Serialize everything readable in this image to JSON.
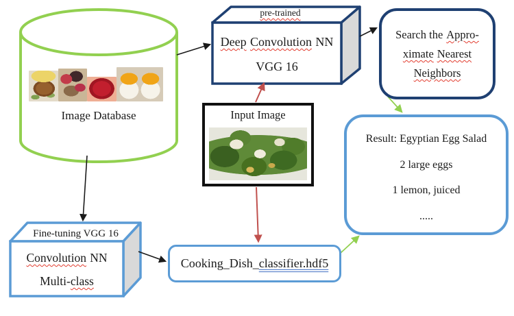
{
  "image_database": {
    "label": "Image Database",
    "thumbnails": [
      "meat-dish-photo",
      "berry-dessert-photo",
      "red-fruit-bowl-photo",
      "orange-custard-cups-photo"
    ]
  },
  "vgg_box": {
    "top_label": "pre-trained",
    "line1": [
      "Deep",
      "Convolution",
      "NN"
    ],
    "line2": "VGG 16"
  },
  "search_box": {
    "line1": [
      "Search the",
      "Appro-"
    ],
    "line2": [
      "ximate",
      "Nearest"
    ],
    "line3": "Neighbors"
  },
  "input_image": {
    "label": "Input Image",
    "photo": "green-salad-photo"
  },
  "result_box": {
    "lines": [
      "Result: Egyptian Egg Salad",
      "2 large eggs",
      "1 lemon, juiced",
      "....."
    ]
  },
  "finetune_box": {
    "top_label": "Fine-tuning VGG 16",
    "line1": [
      "Convolution",
      "NN"
    ],
    "line2": [
      "Multi-",
      "class"
    ]
  },
  "classifier_box": {
    "text_plain": "Cooking_Dish_",
    "text_underlined": "classifier.hdf5"
  },
  "colors": {
    "cylinder_green": "#92d050",
    "dark_navy": "#1f4072",
    "light_blue": "#5b9bd5",
    "arrow_red": "#c0504d",
    "arrow_green": "#92d050",
    "side_face_gray": "#d9d9d9",
    "squiggle_red": "#e23b2e",
    "underline_blue": "#4472c4"
  }
}
